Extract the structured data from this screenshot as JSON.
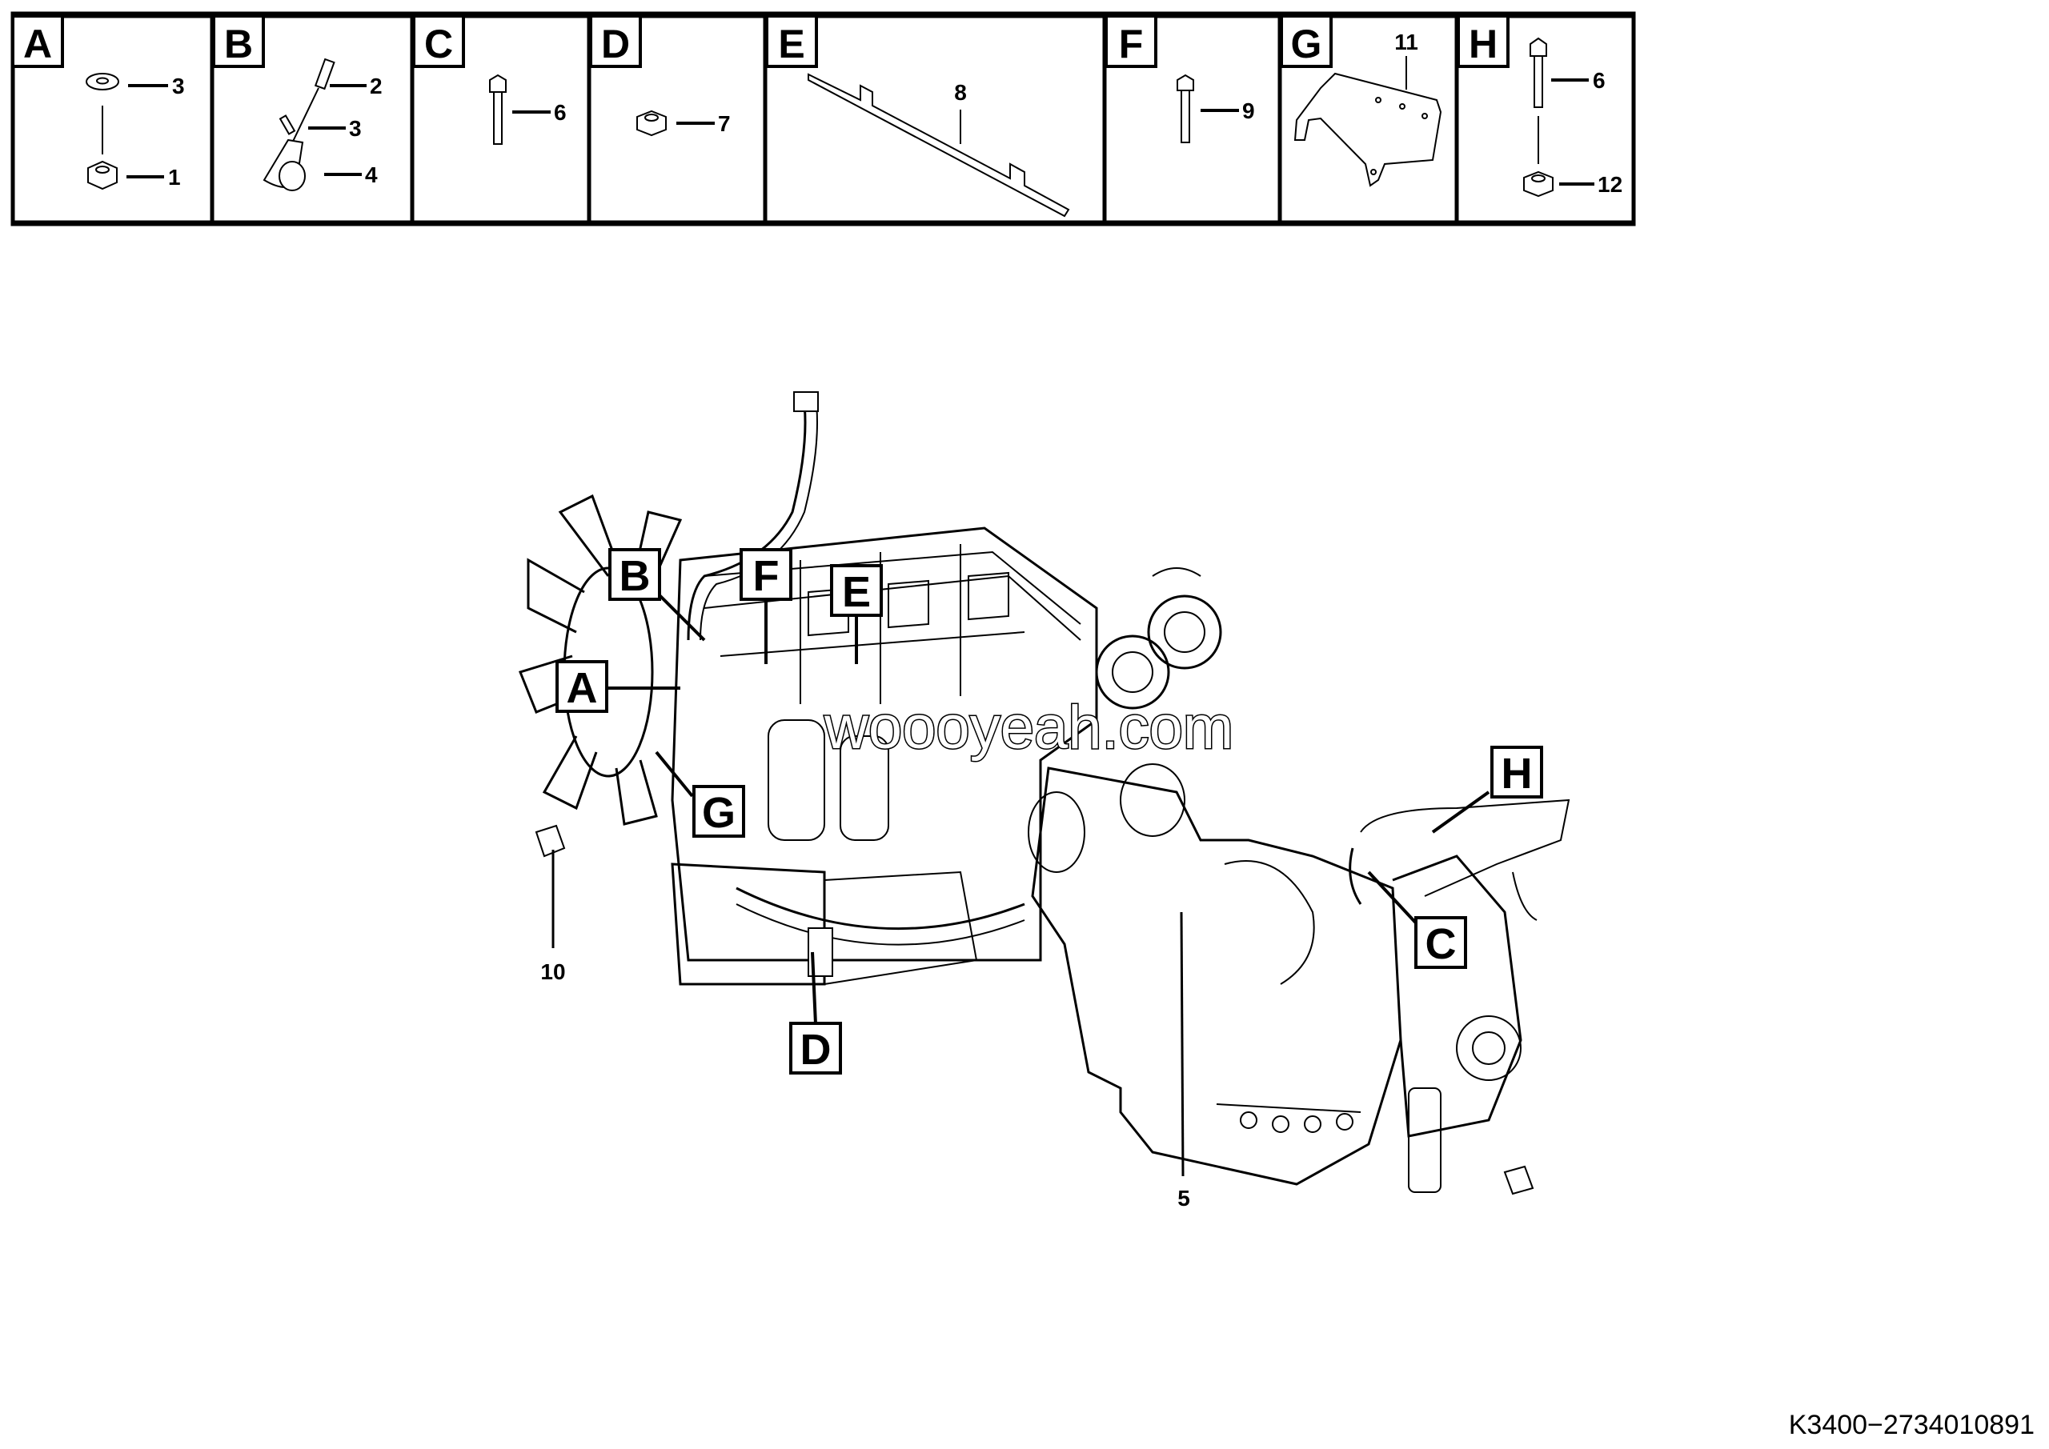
{
  "panels": [
    {
      "letter": "A",
      "items": [
        "3",
        "1"
      ]
    },
    {
      "letter": "B",
      "items": [
        "2",
        "3",
        "4"
      ]
    },
    {
      "letter": "C",
      "items": [
        "6"
      ]
    },
    {
      "letter": "D",
      "items": [
        "7"
      ]
    },
    {
      "letter": "E",
      "items": [
        "8"
      ]
    },
    {
      "letter": "F",
      "items": [
        "9"
      ]
    },
    {
      "letter": "G",
      "items": [
        "11"
      ]
    },
    {
      "letter": "H",
      "items": [
        "6",
        "12"
      ]
    }
  ],
  "main_diagram": {
    "callouts": [
      "B",
      "F",
      "E",
      "A",
      "G",
      "H",
      "C",
      "D"
    ],
    "part_labels": [
      "10",
      "5"
    ],
    "watermark": "woooyeah.com"
  },
  "drawing_code": "K3400−2734010891"
}
